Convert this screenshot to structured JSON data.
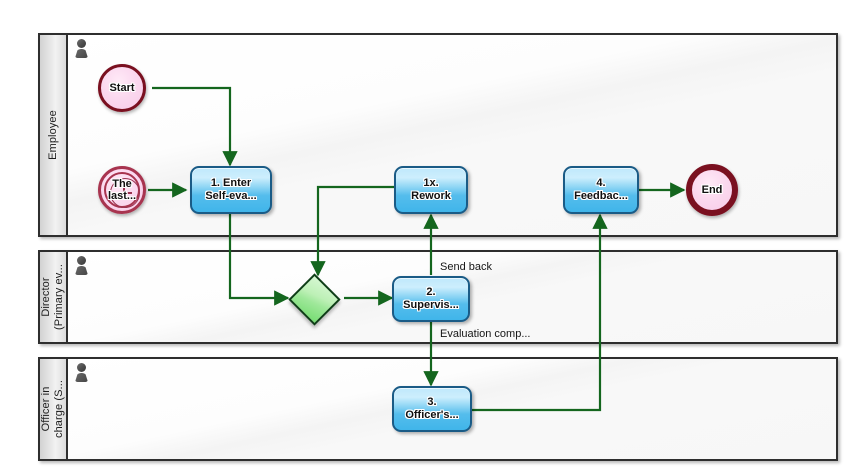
{
  "diagram": {
    "type": "bpmn-swimlane-process",
    "flow_color": "#14661e",
    "task_fill": "#55bdec",
    "task_border": "#1a5b86",
    "event_fill": "#f8d7ee",
    "event_border": "#7a1020",
    "gateway_fill": "#9fe89a",
    "gateway_border": "#0d3d16"
  },
  "lanes": [
    {
      "id": "employee",
      "title": "Employee",
      "title_lines": [
        "Employee"
      ]
    },
    {
      "id": "director",
      "title": "Director (Primary ev...",
      "title_lines": [
        "Director",
        "(Primary ev..."
      ]
    },
    {
      "id": "officer",
      "title": "Officer in charge (S...",
      "title_lines": [
        "Officer in",
        "charge (S..."
      ]
    }
  ],
  "nodes": [
    {
      "id": "start",
      "kind": "start-event",
      "lane": "employee",
      "label": "Start"
    },
    {
      "id": "timer",
      "kind": "timer-event",
      "lane": "employee",
      "label_lines": [
        "The",
        "last..."
      ]
    },
    {
      "id": "task1",
      "kind": "task",
      "lane": "employee",
      "label_lines": [
        "1. Enter",
        "Self-eva..."
      ]
    },
    {
      "id": "rework",
      "kind": "task",
      "lane": "employee",
      "label_lines": [
        "1x.",
        "Rework"
      ]
    },
    {
      "id": "feedback",
      "kind": "task",
      "lane": "employee",
      "label_lines": [
        "4.",
        "Feedbac..."
      ]
    },
    {
      "id": "end",
      "kind": "end-event",
      "lane": "employee",
      "label": "End"
    },
    {
      "id": "gateway",
      "kind": "exclusive-gateway",
      "lane": "director",
      "label": ""
    },
    {
      "id": "task2",
      "kind": "task",
      "lane": "director",
      "label_lines": [
        "2.",
        "Supervis..."
      ]
    },
    {
      "id": "task3",
      "kind": "task",
      "lane": "officer",
      "label_lines": [
        "3.",
        "Officer's..."
      ]
    }
  ],
  "edge_labels": [
    {
      "id": "send-back",
      "text": "Send back"
    },
    {
      "id": "evaluation",
      "text": "Evaluation comp..."
    }
  ]
}
